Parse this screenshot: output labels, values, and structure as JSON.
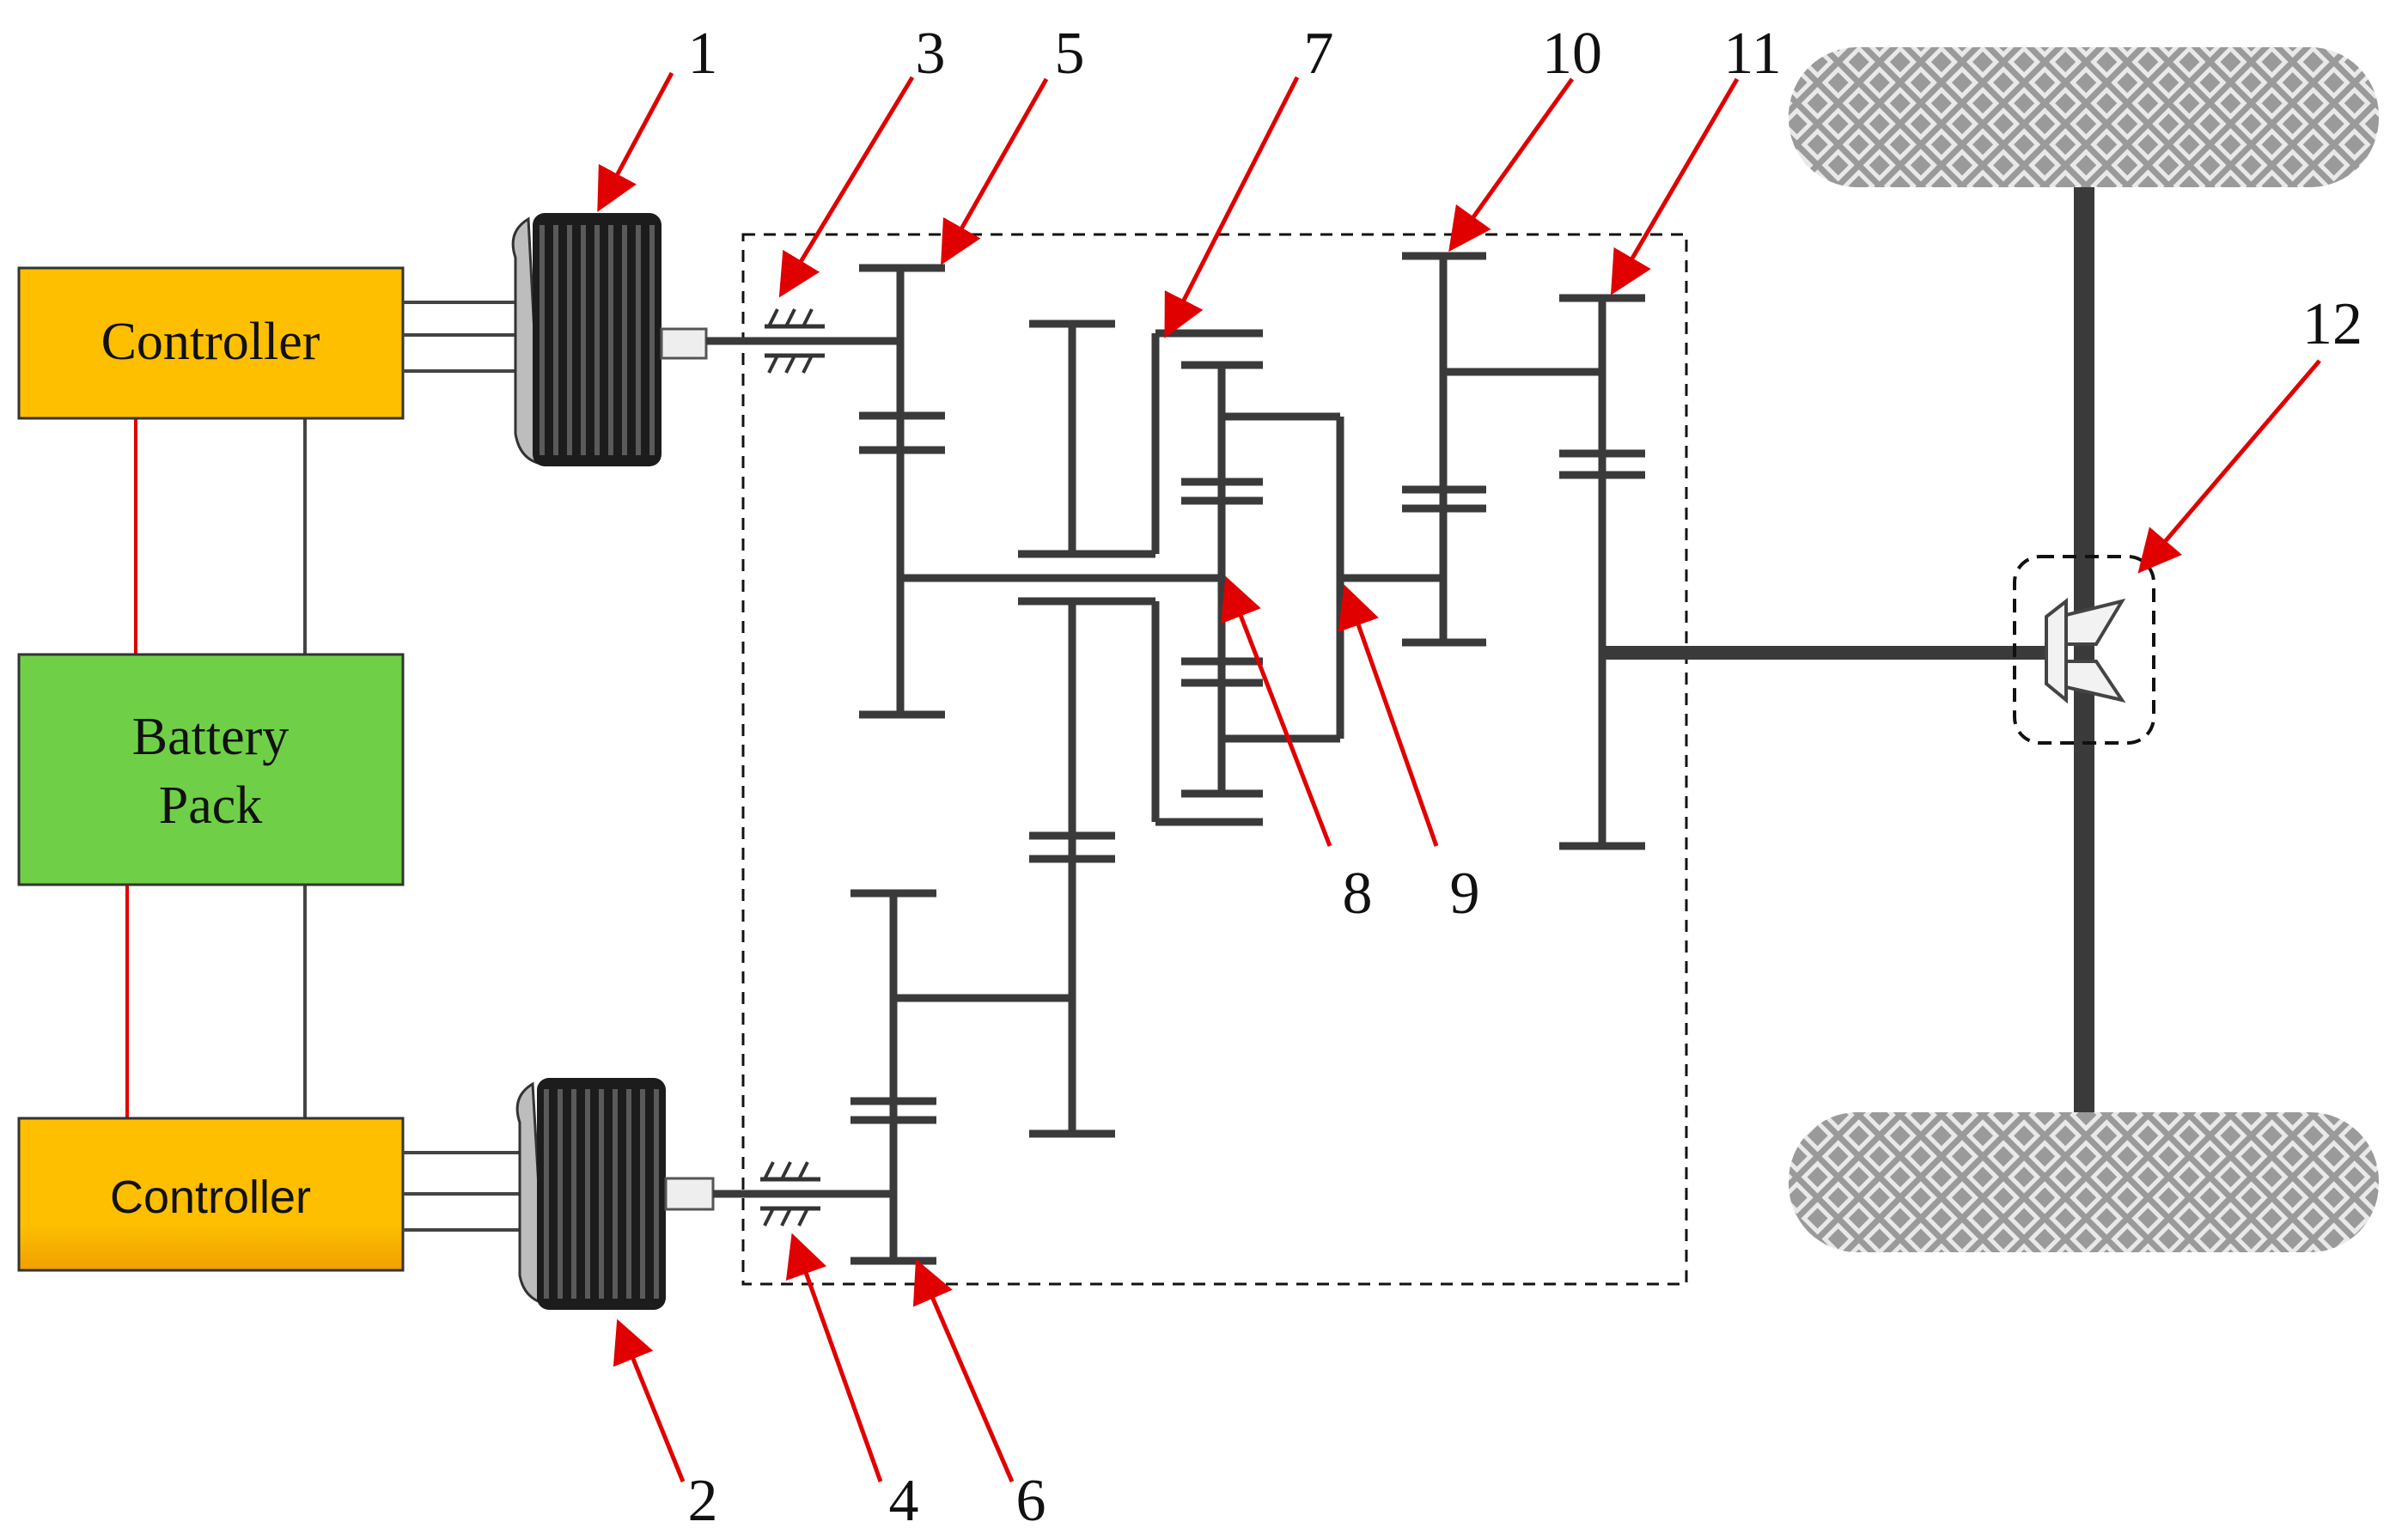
{
  "blocks": {
    "controller_top": "Controller",
    "battery_line1": "Battery",
    "battery_line2": "Pack",
    "controller_bottom": "Controller"
  },
  "callouts": [
    "1",
    "2",
    "3",
    "4",
    "5",
    "6",
    "7",
    "8",
    "9",
    "10",
    "11",
    "12"
  ],
  "colors": {
    "controller": "#fdbf00",
    "battery": "#6fd047",
    "connection": "#e00000",
    "mechanism": "#3a3a3a"
  }
}
